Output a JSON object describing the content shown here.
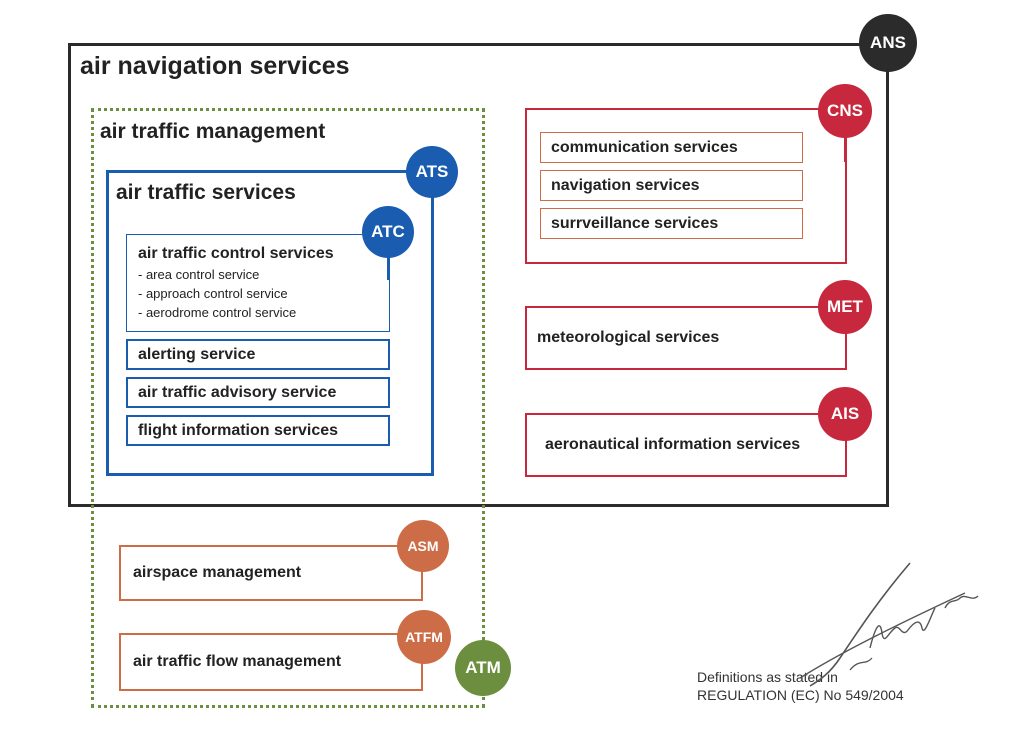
{
  "colors": {
    "ans": "#2b2b2b",
    "atm": "#6b8f3e",
    "ats": "#1a5cb0",
    "red": "#c8283d",
    "orange": "#cd6d47"
  },
  "ans": {
    "title": "air navigation services",
    "badge": "ANS"
  },
  "atm": {
    "title": "air traffic management",
    "badge": "ATM",
    "asm": {
      "label": "airspace management",
      "badge": "ASM"
    },
    "atfm": {
      "label": "air traffic flow management",
      "badge": "ATFM"
    }
  },
  "ats": {
    "title": "air traffic services",
    "badge": "ATS",
    "atc": {
      "title": "air traffic control services",
      "badge": "ATC",
      "sub": [
        "- area control service",
        "- approach control service",
        "- aerodrome control service"
      ]
    },
    "items": [
      "alerting service",
      "air traffic advisory service",
      "flight information services"
    ]
  },
  "cns": {
    "badge": "CNS",
    "items": [
      "communication services",
      "navigation services",
      "surrveillance services"
    ]
  },
  "met": {
    "label": "meteorological services",
    "badge": "MET"
  },
  "ais": {
    "label": "aeronautical information services",
    "badge": "AIS"
  },
  "footnote": {
    "line1": "Definitions as stated in",
    "line2": "REGULATION (EC) No 549/2004"
  }
}
